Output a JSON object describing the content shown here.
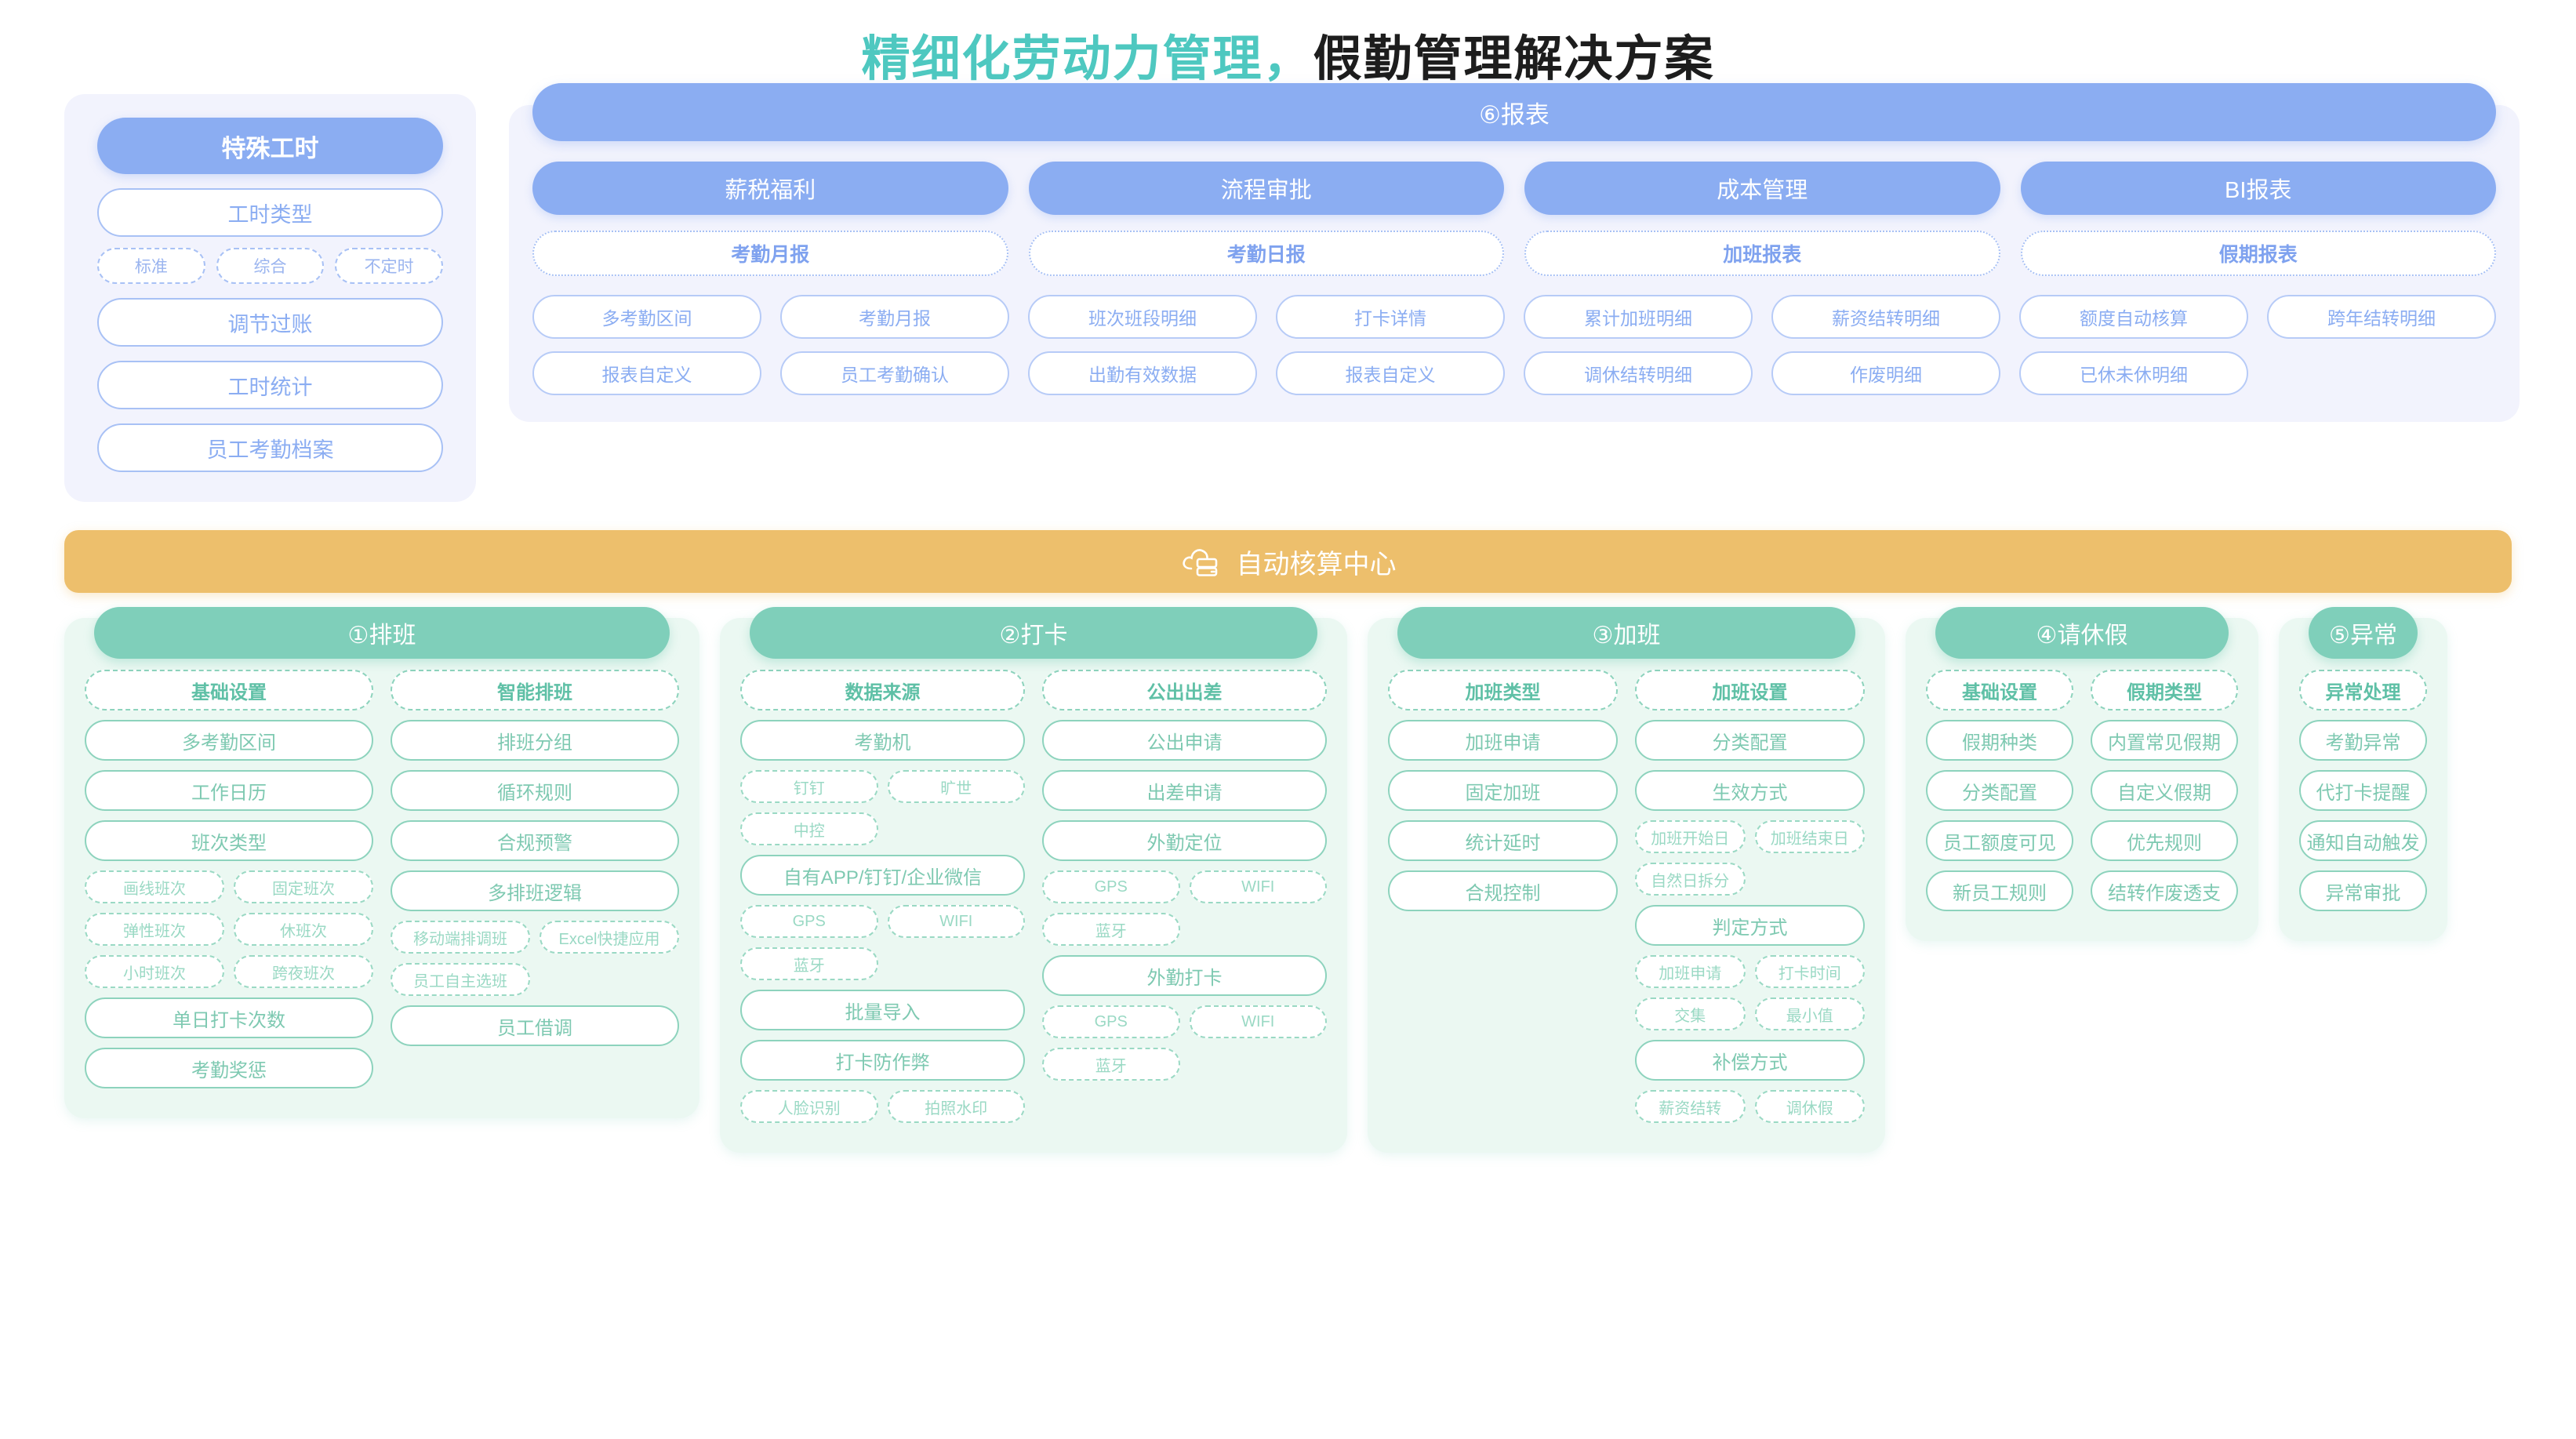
{
  "title": {
    "part1": "精细化劳动力管理，",
    "part2": "假勤管理解决方案"
  },
  "special_hours": {
    "header": "特殊工时",
    "items": [
      {
        "label": "工时类型",
        "tags": [
          "标准",
          "综合",
          "不定时"
        ]
      },
      {
        "label": "调节过账",
        "tags": []
      },
      {
        "label": "工时统计",
        "tags": []
      },
      {
        "label": "员工考勤档案",
        "tags": []
      }
    ]
  },
  "reports": {
    "header": "⑥报表",
    "columns": [
      {
        "category": "薪税福利",
        "sub": "考勤月报"
      },
      {
        "category": "流程审批",
        "sub": "考勤日报"
      },
      {
        "category": "成本管理",
        "sub": "加班报表"
      },
      {
        "category": "BI报表",
        "sub": "假期报表"
      }
    ],
    "grid_row1": [
      "多考勤区间",
      "考勤月报",
      "班次班段明细",
      "打卡详情",
      "累计加班明细",
      "薪资结转明细",
      "额度自动核算",
      "跨年结转明细"
    ],
    "grid_row2": [
      "报表自定义",
      "员工考勤确认",
      "出勤有效数据",
      "报表自定义",
      "调休结转明细",
      "作废明细",
      "已休未休明细",
      ""
    ]
  },
  "auto_center": {
    "icon": "cloud-server-icon",
    "label": "自动核算中心"
  },
  "modules": [
    {
      "header": "①排班",
      "groups": [
        {
          "head": "基础设置",
          "rows": [
            {
              "type": "item",
              "label": "多考勤区间"
            },
            {
              "type": "item",
              "label": "工作日历"
            },
            {
              "type": "item",
              "label": "班次类型"
            },
            {
              "type": "tags",
              "labels": [
                "画线班次",
                "固定班次"
              ]
            },
            {
              "type": "tags",
              "labels": [
                "弹性班次",
                "休班次"
              ]
            },
            {
              "type": "tags",
              "labels": [
                "小时班次",
                "跨夜班次"
              ]
            },
            {
              "type": "item",
              "label": "单日打卡次数"
            },
            {
              "type": "item",
              "label": "考勤奖惩"
            }
          ]
        },
        {
          "head": "智能排班",
          "rows": [
            {
              "type": "item",
              "label": "排班分组"
            },
            {
              "type": "item",
              "label": "循环规则"
            },
            {
              "type": "item",
              "label": "合规预警"
            },
            {
              "type": "item",
              "label": "多排班逻辑"
            },
            {
              "type": "tags",
              "labels": [
                "移动端排调班",
                "Excel快捷应用"
              ]
            },
            {
              "type": "tags-left",
              "labels": [
                "员工自主选班"
              ]
            },
            {
              "type": "item",
              "label": "员工借调"
            }
          ]
        }
      ]
    },
    {
      "header": "②打卡",
      "groups": [
        {
          "head": "数据来源",
          "rows": [
            {
              "type": "item",
              "label": "考勤机"
            },
            {
              "type": "tags",
              "labels": [
                "钉钉",
                "旷世"
              ]
            },
            {
              "type": "tags-left",
              "labels": [
                "中控"
              ]
            },
            {
              "type": "item",
              "label": "自有APP/钉钉/企业微信"
            },
            {
              "type": "tags",
              "labels": [
                "GPS",
                "WIFI"
              ]
            },
            {
              "type": "tags-left",
              "labels": [
                "蓝牙"
              ]
            },
            {
              "type": "item",
              "label": "批量导入"
            },
            {
              "type": "item",
              "label": "打卡防作弊"
            },
            {
              "type": "tags",
              "labels": [
                "人脸识别",
                "拍照水印"
              ]
            }
          ]
        },
        {
          "head": "公出出差",
          "rows": [
            {
              "type": "item",
              "label": "公出申请"
            },
            {
              "type": "item",
              "label": "出差申请"
            },
            {
              "type": "item",
              "label": "外勤定位"
            },
            {
              "type": "tags",
              "labels": [
                "GPS",
                "WIFI"
              ]
            },
            {
              "type": "tags-left",
              "labels": [
                "蓝牙"
              ]
            },
            {
              "type": "item",
              "label": "外勤打卡"
            },
            {
              "type": "tags",
              "labels": [
                "GPS",
                "WIFI"
              ]
            },
            {
              "type": "tags-left",
              "labels": [
                "蓝牙"
              ]
            }
          ]
        }
      ]
    },
    {
      "header": "③加班",
      "groups": [
        {
          "head": "加班类型",
          "rows": [
            {
              "type": "item",
              "label": "加班申请"
            },
            {
              "type": "item",
              "label": "固定加班"
            },
            {
              "type": "item",
              "label": "统计延时"
            },
            {
              "type": "item",
              "label": "合规控制"
            }
          ]
        },
        {
          "head": "加班设置",
          "rows": [
            {
              "type": "item",
              "label": "分类配置"
            },
            {
              "type": "item",
              "label": "生效方式"
            },
            {
              "type": "tags",
              "labels": [
                "加班开始日",
                "加班结束日"
              ]
            },
            {
              "type": "tags-left",
              "labels": [
                "自然日拆分"
              ]
            },
            {
              "type": "item",
              "label": "判定方式"
            },
            {
              "type": "tags",
              "labels": [
                "加班申请",
                "打卡时间"
              ]
            },
            {
              "type": "tags",
              "labels": [
                "交集",
                "最小值"
              ]
            },
            {
              "type": "item",
              "label": "补偿方式"
            },
            {
              "type": "tags",
              "labels": [
                "薪资结转",
                "调休假"
              ]
            }
          ]
        }
      ]
    },
    {
      "header": "④请休假",
      "groups": [
        {
          "head": "基础设置",
          "rows": [
            {
              "type": "item",
              "label": "假期种类"
            },
            {
              "type": "item",
              "label": "分类配置"
            },
            {
              "type": "item",
              "label": "员工额度可见"
            },
            {
              "type": "item",
              "label": "新员工规则"
            }
          ]
        },
        {
          "head": "假期类型",
          "rows": [
            {
              "type": "item",
              "label": "内置常见假期"
            },
            {
              "type": "item",
              "label": "自定义假期"
            },
            {
              "type": "item",
              "label": "优先规则"
            },
            {
              "type": "item",
              "label": "结转作废透支"
            }
          ]
        }
      ]
    },
    {
      "header": "⑤异常",
      "groups": [
        {
          "head": "异常处理",
          "rows": [
            {
              "type": "item",
              "label": "考勤异常"
            },
            {
              "type": "item",
              "label": "代打卡提醒"
            },
            {
              "type": "item",
              "label": "通知自动触发"
            },
            {
              "type": "item",
              "label": "异常审批"
            }
          ]
        }
      ]
    }
  ],
  "colors": {
    "accent_teal": "#4ec8c0",
    "blue": "#8badf2",
    "blue_panel": "#f2f3fd",
    "green": "#7fcfba",
    "green_panel": "#ebf8f2",
    "yellow": "#edbf6c"
  }
}
